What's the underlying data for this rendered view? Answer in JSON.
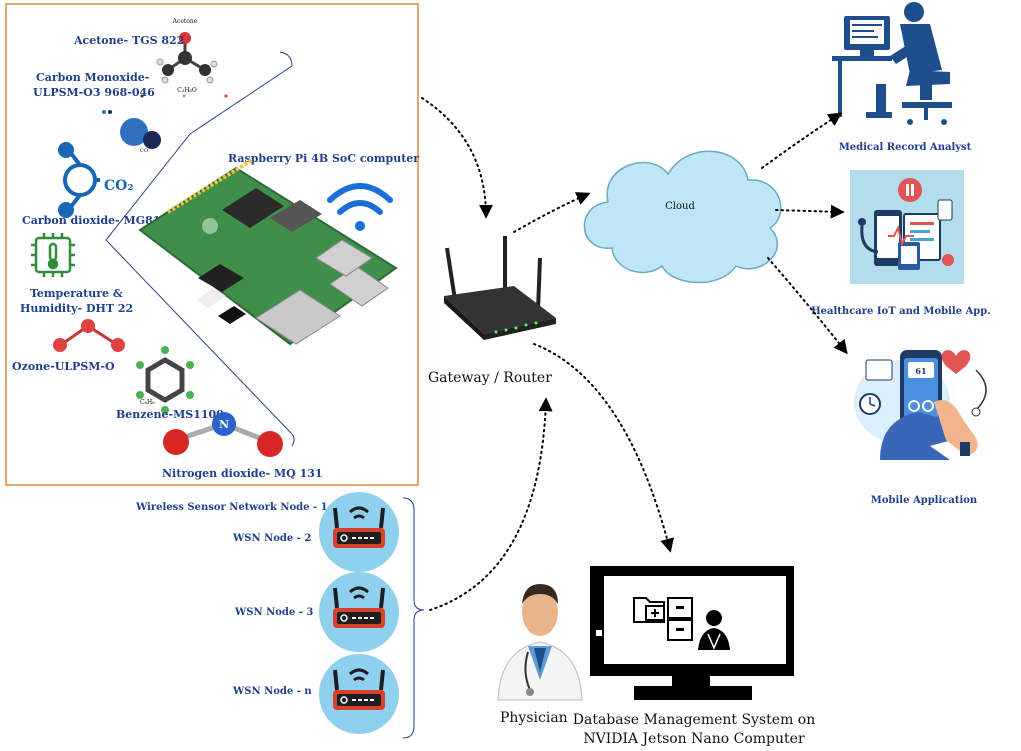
{
  "sensors": {
    "acetone": "Acetone- TGS 822",
    "co_line1": "Carbon Monoxide-",
    "co_line2": "ULPSM-O3 968-046",
    "co2": "Carbon dioxide- MG811",
    "temp_line1": "Temperature &",
    "temp_line2": "Humidity- DHT 22",
    "ozone": "Ozone-ULPSM-O",
    "benzene": "Benzene-MS1100",
    "no2": "Nitrogen dioxide- MQ 131"
  },
  "molecule_labels": {
    "acetone_title": "Acetone",
    "acetone_formula": "C₃H₆O",
    "co_small": "CO",
    "co2_formula": "CO₂",
    "benzene_formula": "C₆H₆",
    "no2_atom": "N"
  },
  "rpi_label": "Raspberry Pi 4B SoC computer",
  "gateway_label": "Gateway /  Router",
  "cloud_label": "Cloud",
  "analyst_label": "Medical Record Analyst",
  "healthcare_label": "Healthcare IoT and Mobile App.",
  "mobile_label": "Mobile Application",
  "phone_reading": "61",
  "wsn": {
    "node1": "Wireless Sensor Network Node - 1",
    "node2": "WSN Node - 2",
    "node3": "WSN Node - 3",
    "noden": "WSN Node - n"
  },
  "physician_label": "Physician",
  "db_line1": "Database Management System on",
  "db_line2": "NVIDIA Jetson Nano Computer",
  "colors": {
    "label_blue": "#1f3f8f",
    "frame_orange": "#d9893a",
    "cloud_fill": "#bfe6f5",
    "node_circle": "#8fd0ee",
    "router_red": "#d7412a",
    "board_green": "#3f8f4a"
  },
  "icons": [
    "acetone-molecule-icon",
    "carbon-monoxide-molecule-icon",
    "co2-icon",
    "temperature-sensor-icon",
    "ozone-molecule-icon",
    "benzene-molecule-icon",
    "no2-molecule-icon",
    "wifi-icon",
    "raspberry-pi-board-icon",
    "router-icon",
    "cloud-icon",
    "analyst-computer-icon",
    "healthcare-app-icon",
    "mobile-app-icon",
    "wsn-router-icon",
    "physician-icon",
    "monitor-icon"
  ]
}
